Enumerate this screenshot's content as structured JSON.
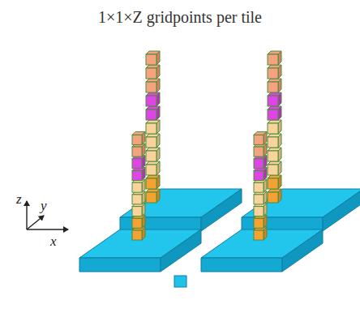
{
  "diagram": {
    "title": "1×1×Z gridpoints per tile",
    "labels": [
      "z",
      "y",
      "x"
    ]
  }
}
